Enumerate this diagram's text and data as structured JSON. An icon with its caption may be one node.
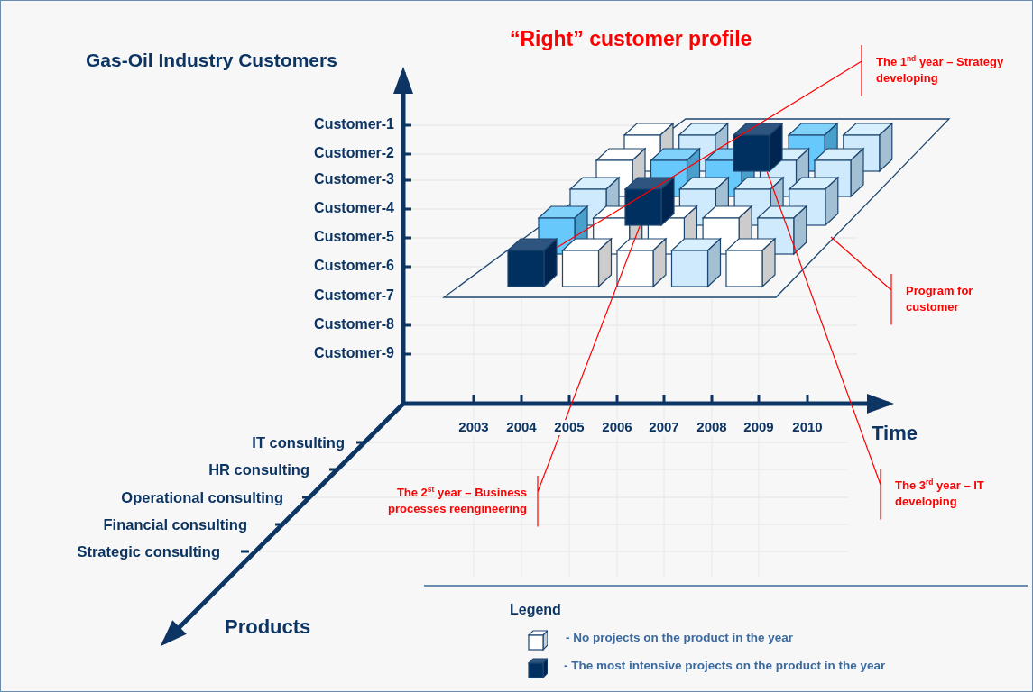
{
  "diagram": {
    "title": "“Right” customer profile",
    "nodes": [
      {
        "text": [
          "The 1$^{nd}$ year – Strategy developing"
        ]
      },
      {
        "text": [],
        "shape": "box"
      },
      {
        "text": [],
        "shape": "box",
        "in": 1
      },
      {
        "text": [],
        "shape": "box",
        "in": 1
      },
      {
        "text": [],
        "shape": "box",
        "in": 1
      },
      {
        "text": [
          "Program for customer"
        ]
      },
      {
        "text": [
          "The 2$^{st}$ year – Business processes reengineering"
        ]
      },
      {
        "text": [
          "The 3$^{rd}$ year – IT developing"
        ]
      }
    ],
    "edges": [
      {
        "from": 0,
        "to": 4,
        "arrow": "none"
      },
      {
        "from": 5,
        "to": 1,
        "arrow": "none"
      },
      {
        "from": 6,
        "to": 3,
        "arrow": "none"
      },
      {
        "from": 7,
        "to": 2,
        "arrow": "none"
      }
    ],
    "labels": [
      "Gas-Oil Industry Customers",
      "Customer-1",
      "Customer-2",
      "Customer-3",
      "Customer-4",
      "Customer-5",
      "Customer-6",
      "Customer-7",
      "Customer-8",
      "Customer-9",
      "2003",
      "2004",
      "2005",
      "2006",
      "2007",
      "2008",
      "2009",
      "2010",
      "Time",
      "IT consulting",
      "HR consulting",
      "Operational consulting",
      "Financial consulting",
      "Strategic consulting",
      "Products",
      "Legend"
    ],
    "legend": [
      {
        "text": "- No projects on the product in the year"
      },
      {
        "text": "- The most intensive projects on the product in the year"
      }
    ]
  }
}
